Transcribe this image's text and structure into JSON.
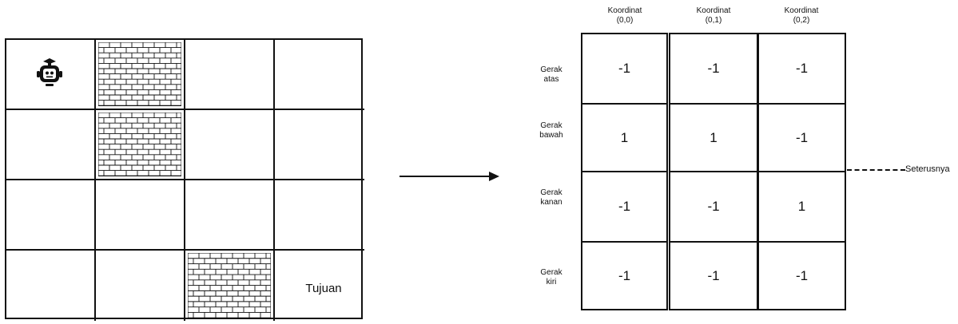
{
  "maze": {
    "rows": 4,
    "cols": 4,
    "cells": [
      [
        "robot",
        "wall",
        "",
        ""
      ],
      [
        "",
        "wall",
        "",
        ""
      ],
      [
        "",
        "",
        "",
        ""
      ],
      [
        "",
        "",
        "wall",
        "goal"
      ]
    ],
    "goal_label": "Tujuan",
    "robot_icon": "robot-icon",
    "wall_icon": "brick-wall-icon"
  },
  "arrow_icon": "arrow-right-icon",
  "qtable": {
    "columns": [
      "Koordinat\n(0,0)",
      "Koordinat\n(0,1)",
      "Koordinat\n(0,2)"
    ],
    "rows": [
      "Gerak\natas",
      "Gerak\nbawah",
      "Gerak\nkanan",
      "Gerak\nkiri"
    ],
    "values": [
      [
        "-1",
        "-1",
        "-1"
      ],
      [
        "1",
        "1",
        "-1"
      ],
      [
        "-1",
        "-1",
        "1"
      ],
      [
        "-1",
        "-1",
        "-1"
      ]
    ],
    "continuation_label": "Seterusnya"
  }
}
